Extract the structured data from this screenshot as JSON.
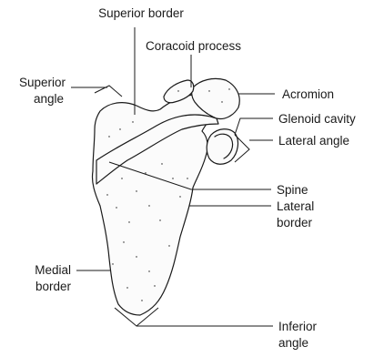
{
  "labels": {
    "superior_border": "Superior border",
    "coracoid_process": "Coracoid process",
    "superior_angle_line1": "Superior",
    "superior_angle_line2": "angle",
    "acromion": "Acromion",
    "glenoid_cavity": "Glenoid cavity",
    "lateral_angle": "Lateral angle",
    "spine": "Spine",
    "lateral_border_line1": "Lateral",
    "lateral_border_line2": "border",
    "medial_border_line1": "Medial",
    "medial_border_line2": "border",
    "inferior_angle_line1": "Inferior",
    "inferior_angle_line2": "angle"
  },
  "colors": {
    "ink": "#1a1a1a",
    "bone_fill": "#fbfbfb"
  }
}
